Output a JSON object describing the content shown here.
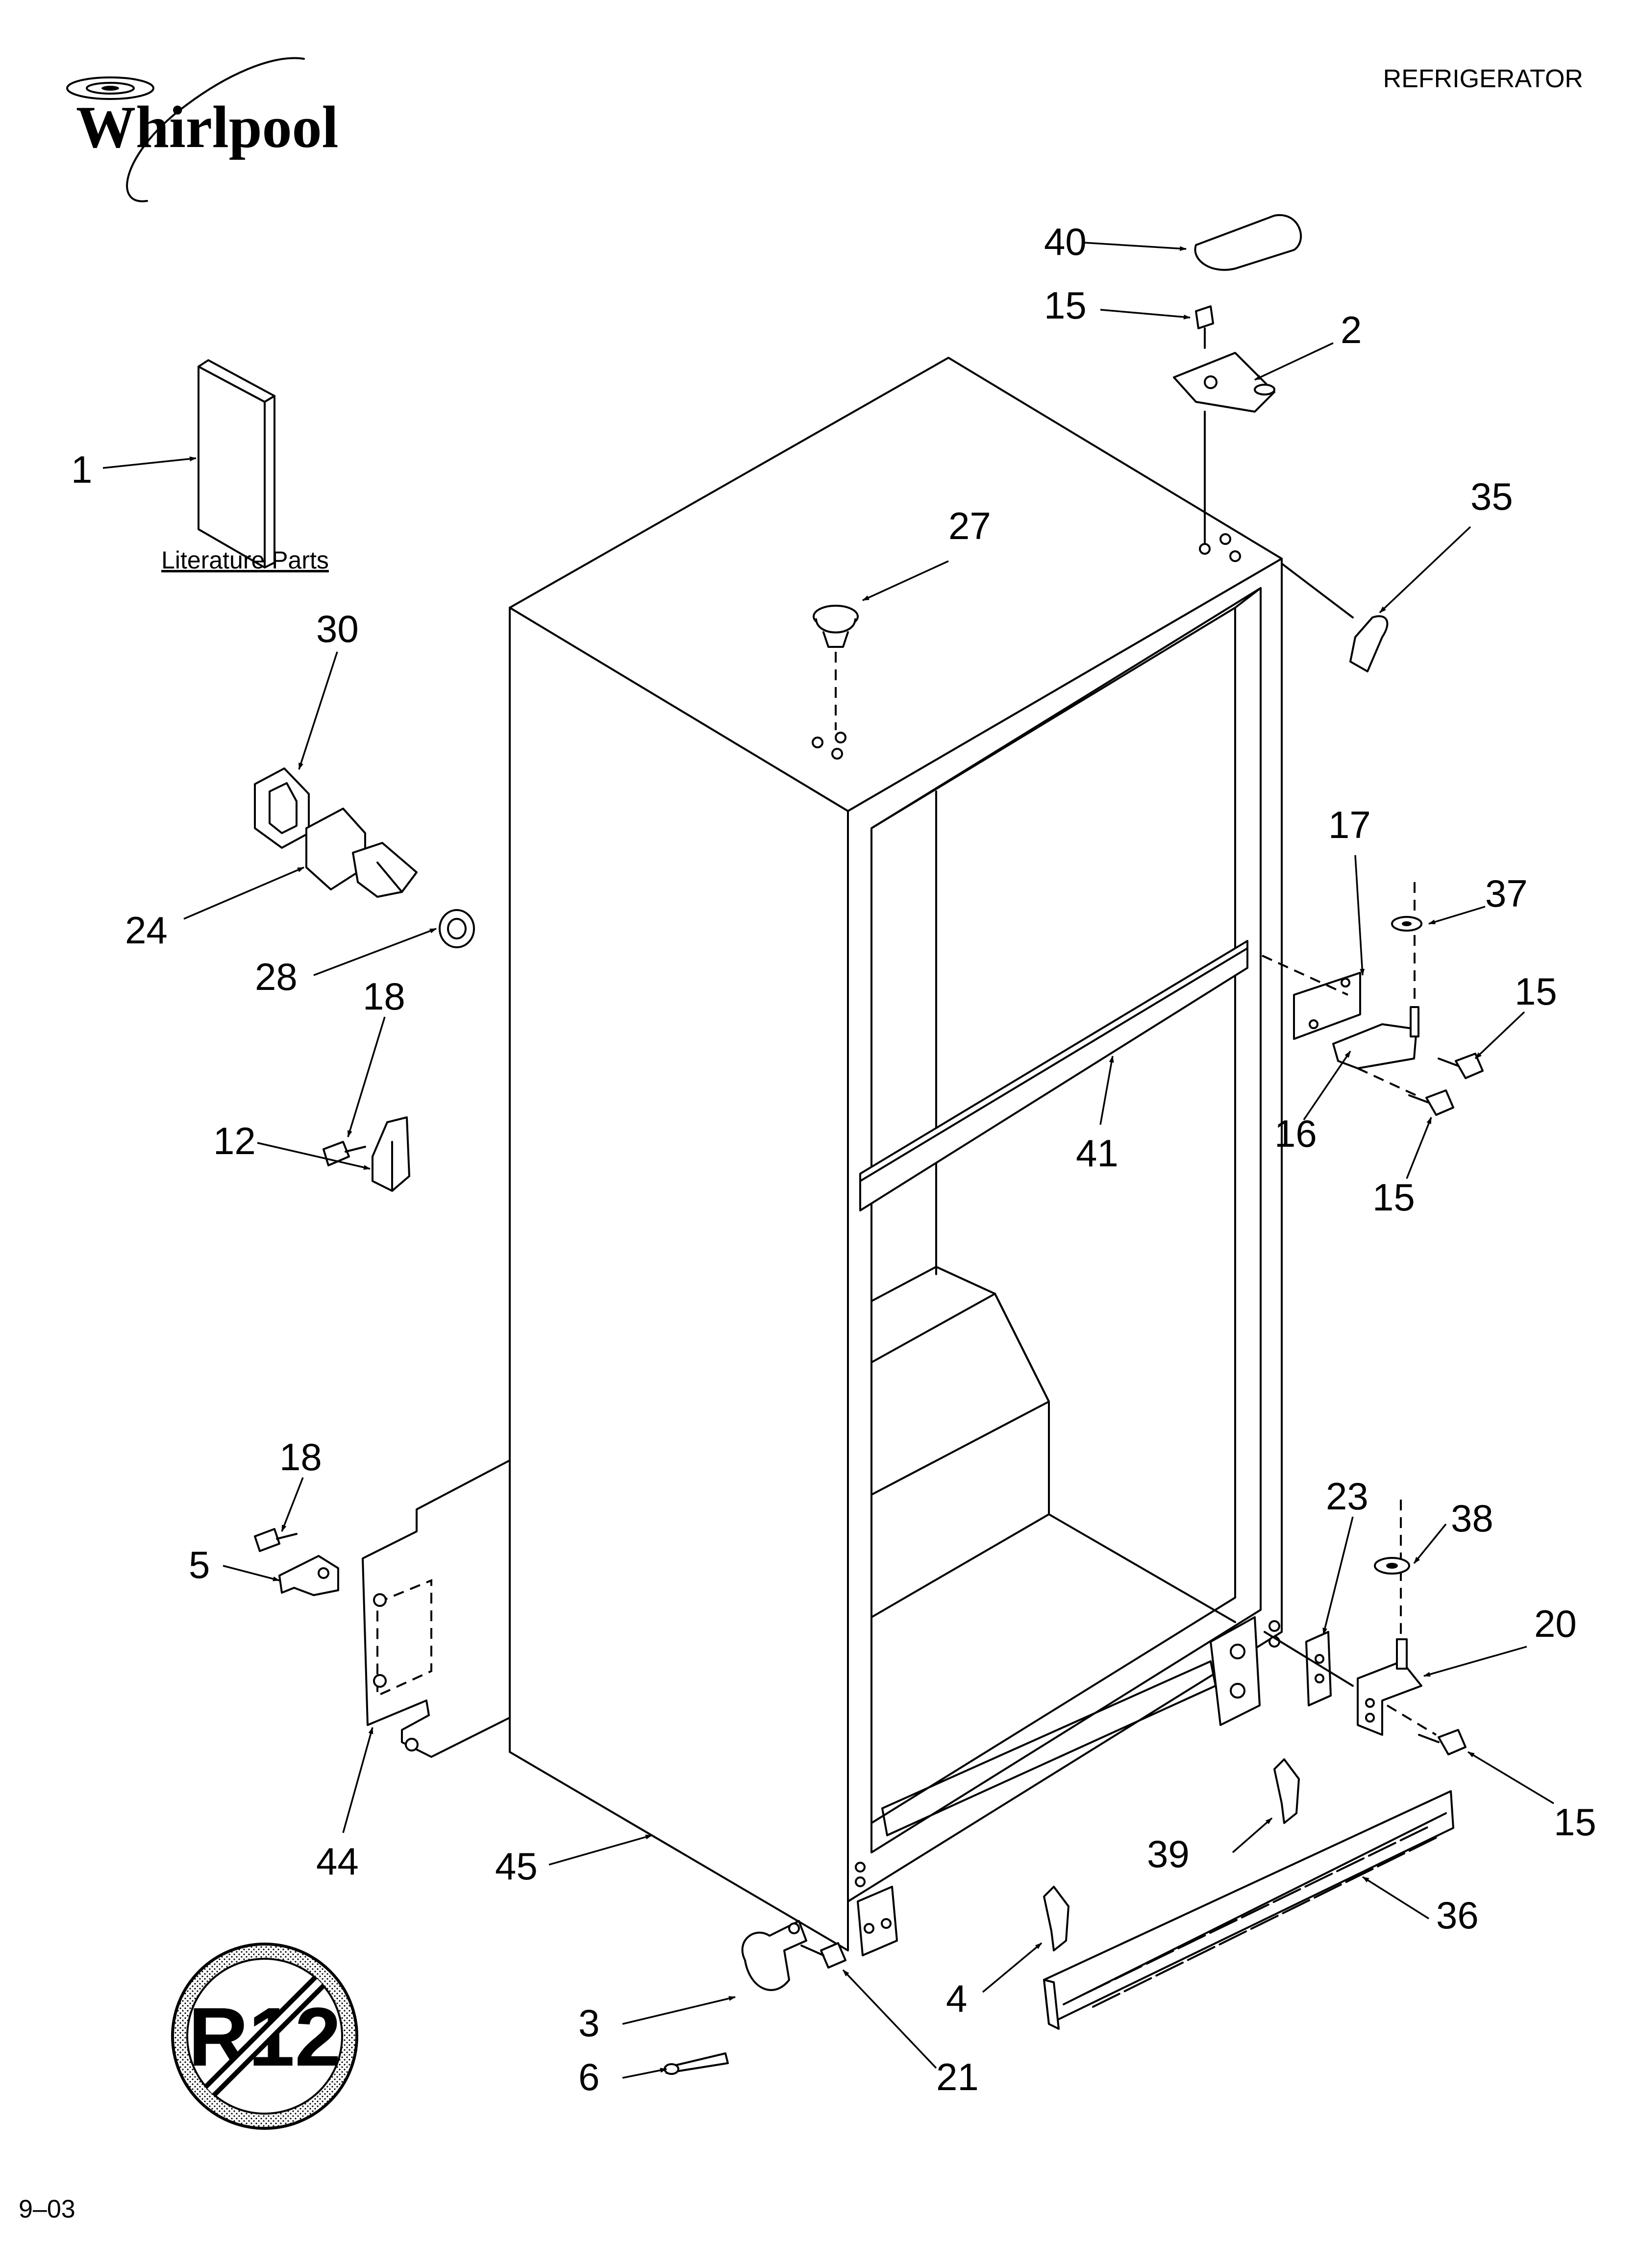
{
  "header": {
    "brand": "Whirlpool",
    "product": "REFRIGERATOR"
  },
  "literature": {
    "label": "Literature Parts"
  },
  "footer": {
    "date_code": "9–03"
  },
  "badge": {
    "text": "R12"
  },
  "callouts": {
    "c1": "1",
    "c2": "2",
    "c3": "3",
    "c4": "4",
    "c5": "5",
    "c6": "6",
    "c12": "12",
    "c15a": "15",
    "c15b": "15",
    "c15c": "15",
    "c15d": "15",
    "c16": "16",
    "c17": "17",
    "c18a": "18",
    "c18b": "18",
    "c20": "20",
    "c21": "21",
    "c23": "23",
    "c24": "24",
    "c27": "27",
    "c28": "28",
    "c30": "30",
    "c35": "35",
    "c36": "36",
    "c37": "37",
    "c38": "38",
    "c39": "39",
    "c40": "40",
    "c41": "41",
    "c44": "44",
    "c45": "45"
  }
}
